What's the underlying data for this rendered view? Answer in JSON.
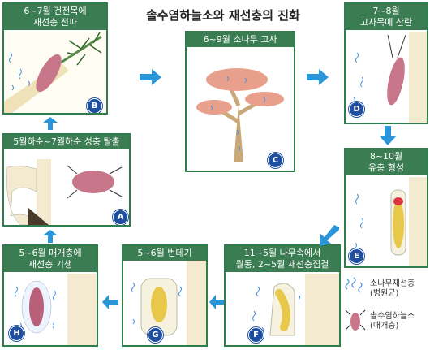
{
  "title": "솔수염하늘소와 재선충의 진화",
  "panels": {
    "A": {
      "badge": "A",
      "label": "5월하순~7월하순 성충 탈출"
    },
    "B": {
      "badge": "B",
      "label_line1": "6~7월 건전목에",
      "label_line2": "재선충 전파"
    },
    "C": {
      "badge": "C",
      "label": "6~9월 소나무 고사"
    },
    "D": {
      "badge": "D",
      "label_line1": "7~8월",
      "label_line2": "고사목에 산란"
    },
    "E": {
      "badge": "E",
      "label_line1": "8~10월",
      "label_line2": "유충 형성"
    },
    "F": {
      "badge": "F",
      "label_line1": "11~5월 나무속에서",
      "label_line2": "월동, 2~5월 재선충집결"
    },
    "G": {
      "badge": "G",
      "label": "5~6월 번데기"
    },
    "H": {
      "badge": "H",
      "label_line1": "5~6월 매개충에",
      "label_line2": "재선충 기생"
    }
  },
  "legend": {
    "nematode_line1": "소나무재선충",
    "nematode_line2": "(병원균)",
    "beetle_line1": "솔수염하늘소",
    "beetle_line2": "(매개충)"
  },
  "colors": {
    "header": "#3b7d52",
    "badge": "#1f4fa0",
    "arrow": "#2a95d9",
    "wood": "#f3ead0",
    "nematode": "#4a90e2"
  }
}
